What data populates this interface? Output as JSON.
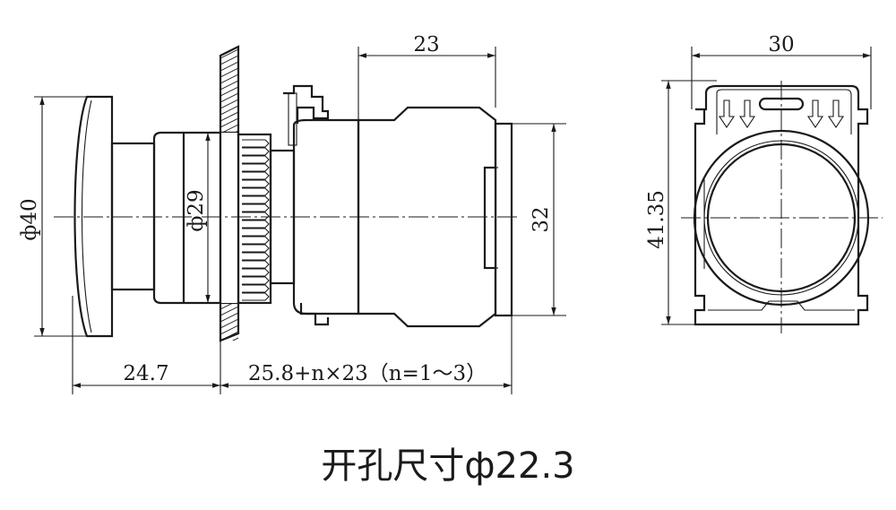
{
  "dimensions": {
    "phi40": "ф40",
    "phi29": "ф29",
    "d23": "23",
    "d32": "32",
    "d30": "30",
    "d41_35": "41.35",
    "d24_7": "24.7",
    "d25_8": "25.8+n×23（n=1～3）"
  },
  "caption": "开孔尺寸ф22.3"
}
